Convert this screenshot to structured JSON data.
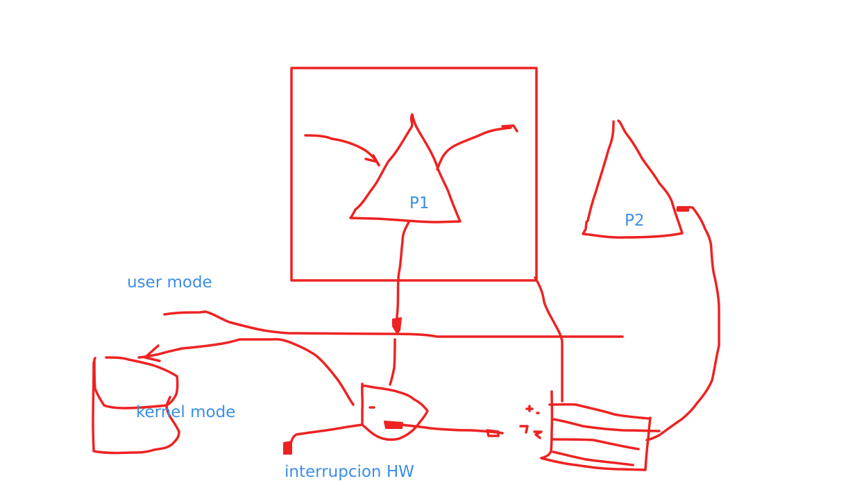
{
  "diagram": {
    "labels": {
      "p1": "P1",
      "p2": "P2",
      "user_mode": "user mode",
      "kernel_mode": "kernel mode",
      "interrupt": "interrupcion HW"
    },
    "colors": {
      "ink": "#ee2222",
      "label": "#3a8ee6",
      "background": "#ffffff"
    }
  }
}
